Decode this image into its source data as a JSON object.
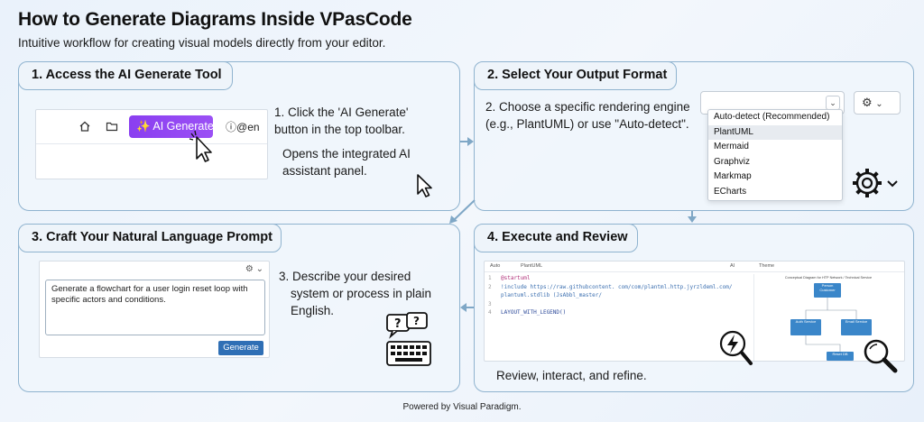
{
  "title": "How to Generate Diagrams Inside VPasCode",
  "subtitle": "Intuitive workflow for creating visual models directly from your editor.",
  "steps": [
    {
      "heading": "1. Access the AI Generate Tool",
      "text_lines": [
        "1. Click the 'AI Generate'",
        "button in the top toolbar."
      ],
      "note_lines": [
        "Opens the integrated AI",
        "assistant panel."
      ],
      "mock": {
        "ai_button": "AI Generate",
        "cutoff": "en"
      }
    },
    {
      "heading": "2. Select Your Output Format",
      "text_lines": [
        "2. Choose a specific rendering engine",
        "(e.g., PlantUML) or use \"Auto-detect\"."
      ],
      "options": [
        "Auto-detect (Recommended)",
        "PlantUML",
        "Mermaid",
        "Graphviz",
        "Markmap",
        "ECharts"
      ],
      "selected_option": "PlantUML"
    },
    {
      "heading": "3. Craft Your Natural Language Prompt",
      "text_lines": [
        "3. Describe your desired",
        "system or process in plain",
        "English."
      ],
      "prompt": "Generate a flowchart for a user login reset loop with specific actors and conditions.",
      "generate_label": "Generate"
    },
    {
      "heading": "4. Execute and Review",
      "caption": "Review, interact, and refine.",
      "editor": {
        "tab_auto": "Auto",
        "tab_file": "PlantUML",
        "tab_ai": "AI",
        "tab_theme": "Theme",
        "code": [
          {
            "n": "1",
            "t": "@startuml",
            "cls": "kw"
          },
          {
            "n": "2",
            "t": "!include https://raw.githubcontent. com/com/plantml.http.jyrzldeml.com/",
            "cls": "url"
          },
          {
            "n": "",
            "t": "plantuml.stdlib (JsAbbl_master/",
            "cls": "url"
          },
          {
            "n": "3",
            "t": "",
            "cls": ""
          },
          {
            "n": "4",
            "t": "LAYOUT_WITH_LEGEND()",
            "cls": "kw2"
          }
        ],
        "diagram_title": "Conceptual Diagram for HTP Network / Technical Service",
        "boxes": [
          "Person Customer",
          "Auth Service",
          "Email Service",
          "Reset DB"
        ]
      }
    }
  ],
  "footer": "Powered by Visual Paradigm.",
  "colors": {
    "accent_purple": "#8a3ff0",
    "panel_border": "#8fb3cf",
    "button_blue": "#2f6fb5",
    "arrow": "#7fa7c6"
  }
}
